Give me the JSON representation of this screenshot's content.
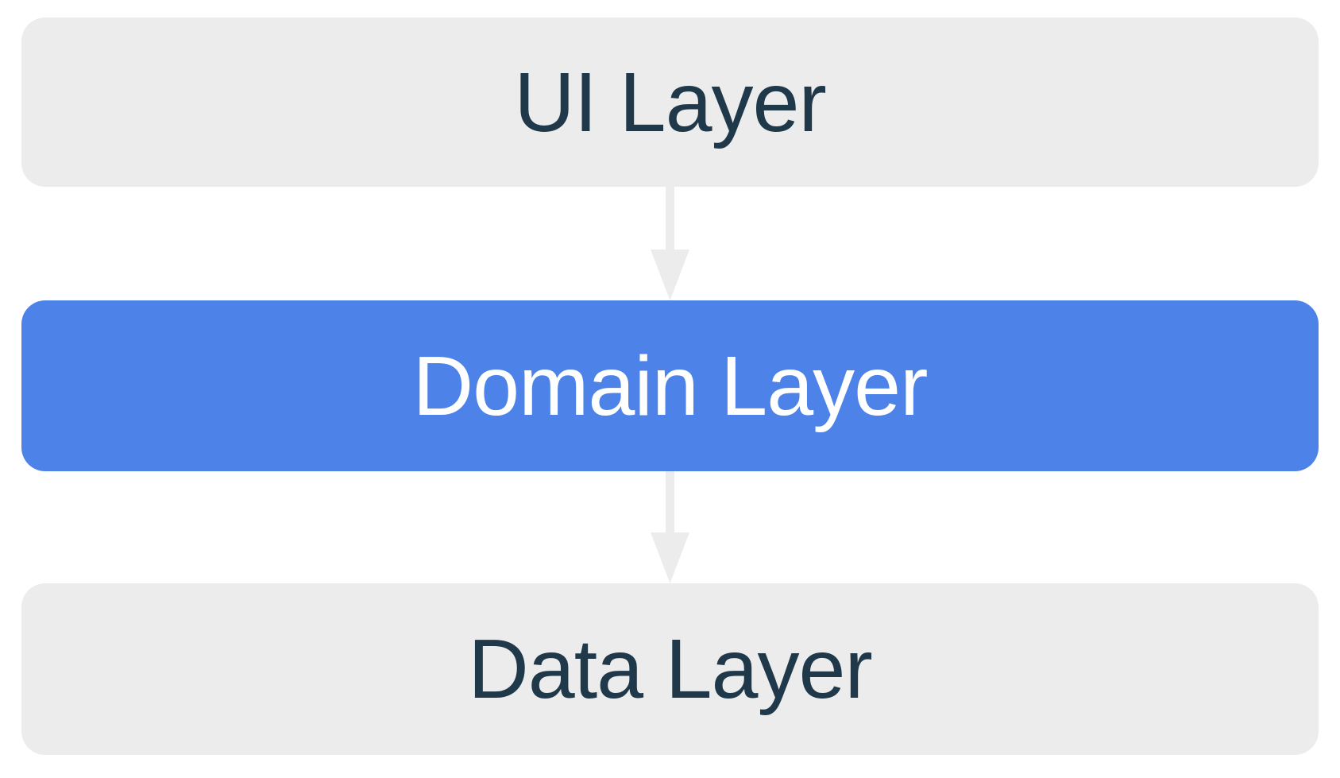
{
  "diagram": {
    "type": "layered-architecture",
    "layers": [
      {
        "id": "ui",
        "label": "UI Layer",
        "background": "#ececec",
        "text_color": "#20394a",
        "highlighted": false
      },
      {
        "id": "domain",
        "label": "Domain Layer",
        "background": "#4d82e9",
        "text_color": "#ffffff",
        "highlighted": true
      },
      {
        "id": "data",
        "label": "Data Layer",
        "background": "#ececec",
        "text_color": "#20394a",
        "highlighted": false
      }
    ],
    "arrows": [
      {
        "from": "ui",
        "to": "domain",
        "direction": "down",
        "color": "#ececec"
      },
      {
        "from": "domain",
        "to": "data",
        "direction": "down",
        "color": "#ececec"
      }
    ],
    "colors": {
      "page_background": "#ffffff",
      "layer_gray": "#ececec",
      "accent_blue": "#4d82e9",
      "dark_text": "#20394a",
      "arrow_gray": "#ececec"
    }
  }
}
